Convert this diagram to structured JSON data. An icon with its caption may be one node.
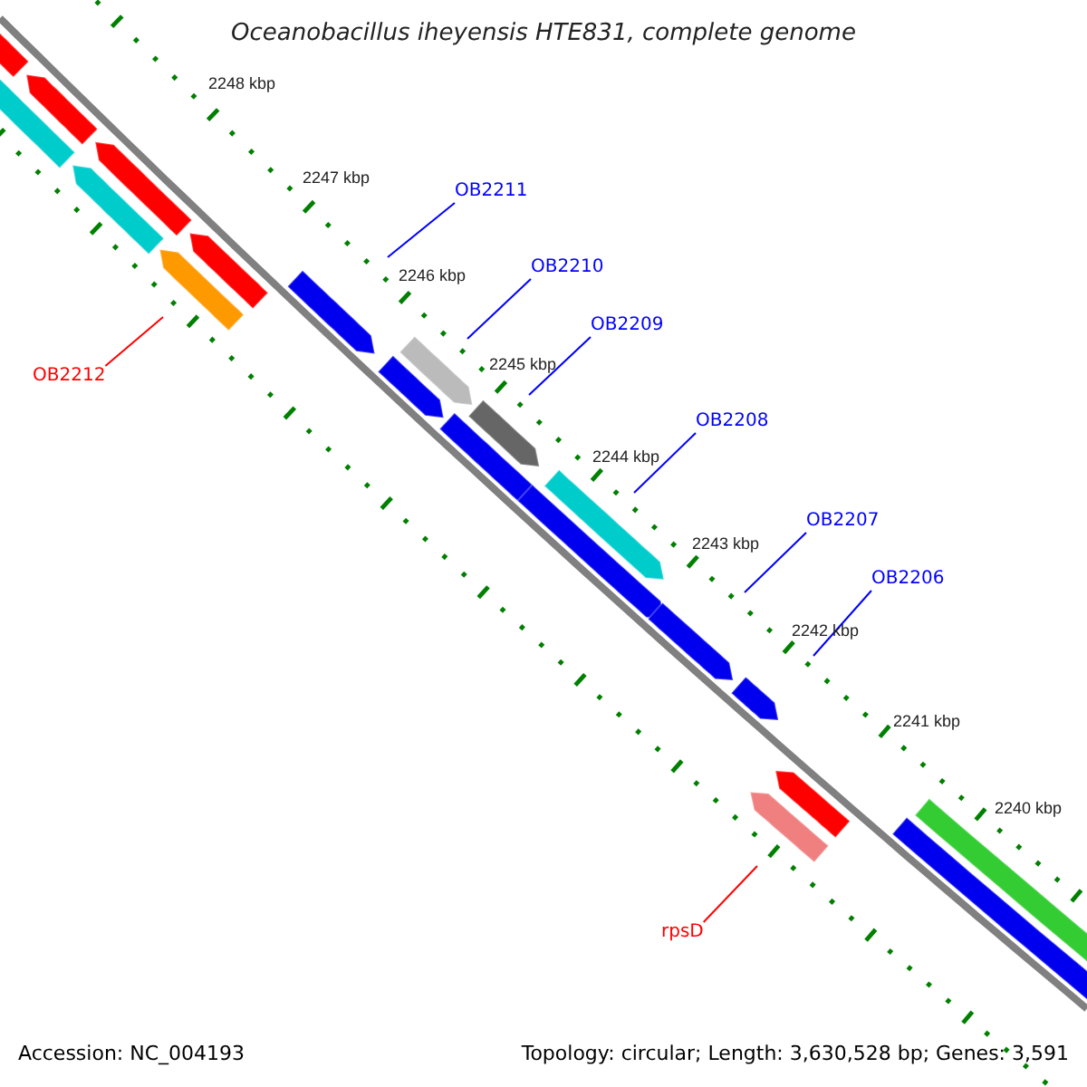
{
  "diagram": {
    "title": "Oceanobacillus iheyensis HTE831, complete genome",
    "nodes": [
      {
        "text": [
          "OB2211"
        ]
      },
      {
        "text": [
          "OB2210"
        ]
      },
      {
        "text": [
          "OB2209"
        ]
      },
      {
        "text": [
          "OB2212"
        ]
      },
      {
        "text": [
          "OB2208"
        ]
      },
      {
        "text": [
          "OB2207"
        ]
      },
      {
        "text": [
          "OB2206"
        ]
      },
      {
        "text": [
          "rpsD"
        ]
      }
    ],
    "edges": [
      {
        "from": 0,
        "to": null,
        "arrow": "none"
      },
      {
        "from": 1,
        "to": null,
        "arrow": "none"
      },
      {
        "from": 2,
        "to": null,
        "arrow": "none"
      },
      {
        "from": 3,
        "to": null,
        "arrow": "none",
        "color": "#ff0000"
      },
      {
        "from": 4,
        "to": null,
        "arrow": "none"
      },
      {
        "from": 5,
        "to": null,
        "arrow": "none"
      },
      {
        "from": 6,
        "to": null,
        "arrow": "none"
      },
      {
        "from": 7,
        "to": null,
        "arrow": "none",
        "color": "#ff0000"
      }
    ],
    "labels": [
      "2248 kbp",
      "2247 kbp",
      "2246 kbp",
      "2245 kbp",
      "2244 kbp",
      "2243 kbp",
      "2242 kbp",
      "2241 kbp",
      "2240 kbp",
      "Accession: NC_004193",
      "Topology: circular; Length: 3,630,528 bp; Genes: 3,591"
    ]
  }
}
